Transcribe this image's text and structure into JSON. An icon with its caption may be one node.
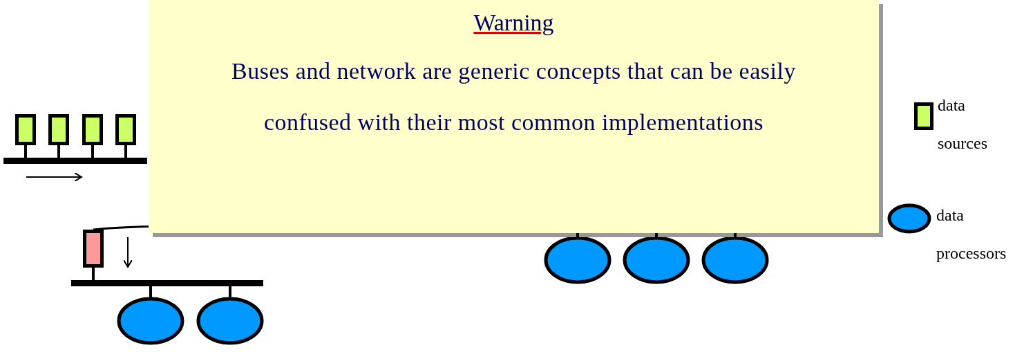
{
  "diagram": {
    "nodes": [
      {
        "text": [
          "Warning",
          "Buses and network are generic concepts that can be easily confused with their most common implementations"
        ]
      },
      {
        "text": [],
        "shape": "box"
      },
      {
        "text": [],
        "shape": "box"
      },
      {
        "text": [],
        "shape": "box"
      },
      {
        "text": [],
        "shape": "box"
      },
      {
        "text": [],
        "shape": "bar"
      },
      {
        "text": [],
        "shape": "box"
      },
      {
        "text": [],
        "shape": "bar"
      },
      {
        "text": [],
        "shape": "ellipse"
      },
      {
        "text": [],
        "shape": "ellipse"
      },
      {
        "text": [],
        "shape": "ellipse"
      },
      {
        "text": [],
        "shape": "ellipse"
      },
      {
        "text": [],
        "shape": "ellipse"
      }
    ],
    "edges": [
      {
        "from": 1,
        "to": 5,
        "arrow": "none"
      },
      {
        "from": 2,
        "to": 5,
        "arrow": "none"
      },
      {
        "from": 3,
        "to": 5,
        "arrow": "none"
      },
      {
        "from": 4,
        "to": 5,
        "arrow": "none"
      },
      {
        "from": 6,
        "to": 0,
        "arrow": "none"
      },
      {
        "from": 6,
        "to": 7,
        "arrow": "none"
      },
      {
        "from": 7,
        "to": 8,
        "arrow": "none"
      },
      {
        "from": 7,
        "to": 9,
        "arrow": "none"
      },
      {
        "from": 10,
        "to": 0,
        "arrow": "none"
      },
      {
        "from": 11,
        "to": 0,
        "arrow": "none"
      },
      {
        "from": 12,
        "to": 0,
        "arrow": "none"
      }
    ],
    "legend": [
      {
        "text": "data sources"
      },
      {
        "text": "data processors"
      }
    ]
  }
}
